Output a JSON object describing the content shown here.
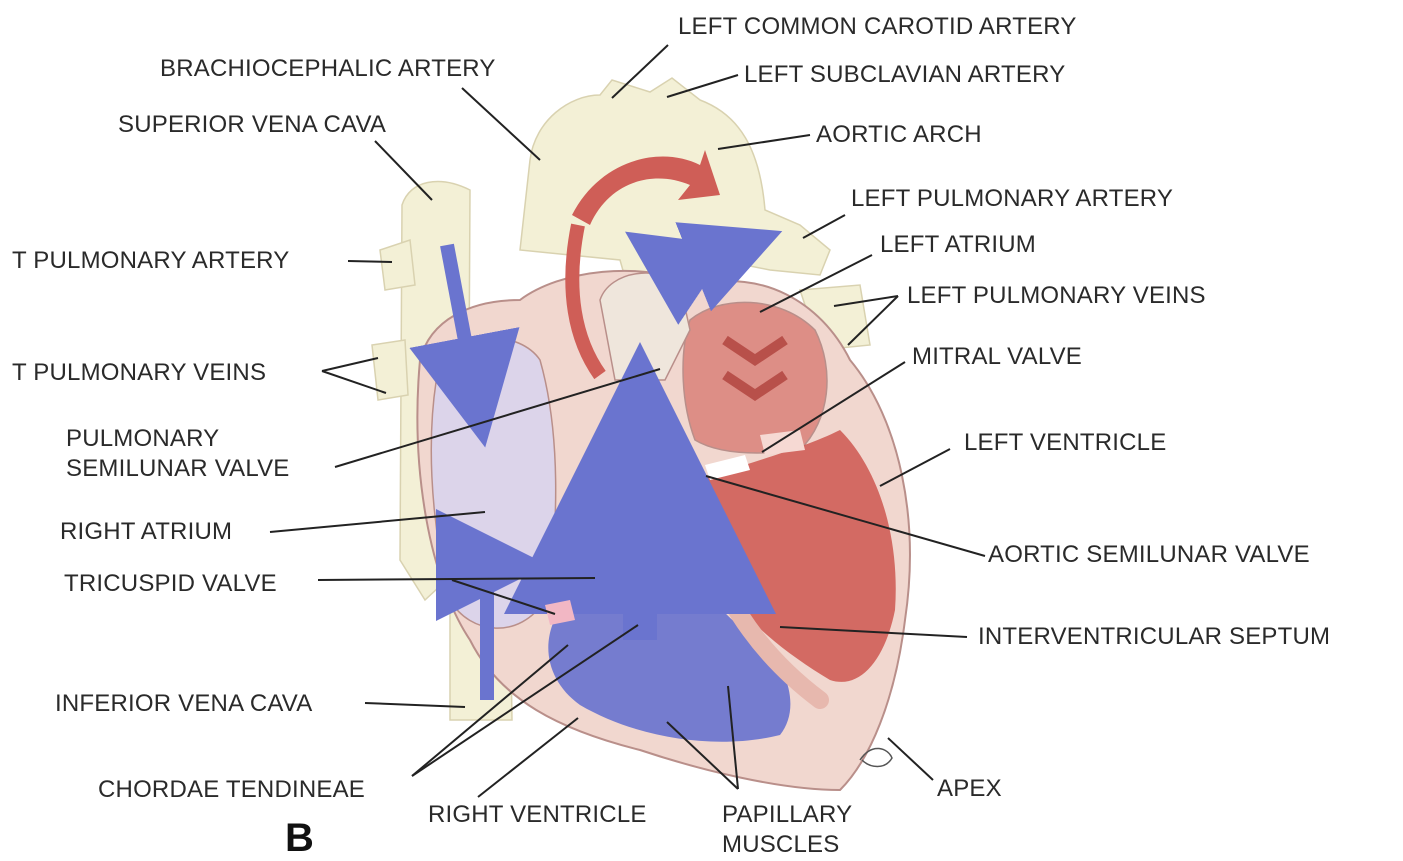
{
  "figure": {
    "panel_letter": "B",
    "colors": {
      "vessel": "#f3f0d6",
      "deoxygenated": "#6a74cf",
      "oxygenated": "#cf5e57",
      "wall": "#f1d7cf",
      "right_atrium_fill": "#dcd4ea",
      "outline": "#b98f8a",
      "leader_line": "#222222"
    }
  },
  "labels": {
    "left_common_carotid_artery": "LEFT COMMON CAROTID ARTERY",
    "brachiocephalic_artery": "BRACHIOCEPHALIC ARTERY",
    "left_subclavian_artery": "LEFT SUBCLAVIAN ARTERY",
    "superior_vena_cava": "SUPERIOR VENA CAVA",
    "aortic_arch": "AORTIC ARCH",
    "left_pulmonary_artery": "LEFT PULMONARY ARTERY",
    "right_pulmonary_artery": "T PULMONARY ARTERY",
    "left_atrium": "LEFT ATRIUM",
    "left_pulmonary_veins": "LEFT PULMONARY VEINS",
    "right_pulmonary_veins": "T PULMONARY VEINS",
    "mitral_valve": "MITRAL VALVE",
    "pulmonary_semilunar_valve": "PULMONARY SEMILUNAR VALVE",
    "left_ventricle": "LEFT VENTRICLE",
    "right_atrium": "RIGHT ATRIUM",
    "aortic_semilunar_valve": "AORTIC SEMILUNAR VALVE",
    "tricuspid_valve": "TRICUSPID VALVE",
    "interventricular_septum": "INTERVENTRICULAR SEPTUM",
    "inferior_vena_cava": "INFERIOR VENA CAVA",
    "chordae_tendineae": "CHORDAE TENDINEAE",
    "right_ventricle": "RIGHT VENTRICLE",
    "papillary_muscles": "PAPILLARY MUSCLES",
    "apex": "APEX"
  }
}
